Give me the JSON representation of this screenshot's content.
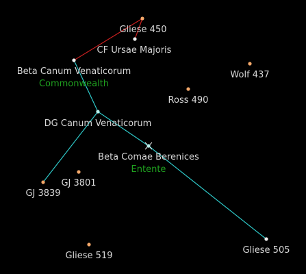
{
  "map": {
    "background": "#000000",
    "colors": {
      "star_label": "#d8d8d8",
      "star_orange": "#f4a86a",
      "star_white": "#f0f0f0",
      "star_cyan": "#b8f0ec",
      "lane_cyan": "#2ec8c8",
      "lane_red": "#cc2020",
      "faction_green": "#1fa01f",
      "selection_marker": "#ffffff"
    },
    "stars": [
      {
        "id": "gliese-450",
        "name": "Gliese 450",
        "color": "star_orange"
      },
      {
        "id": "cf-ursae-majoris",
        "name": "CF Ursae Majoris",
        "color": "star_white"
      },
      {
        "id": "beta-canum-venaticorum",
        "name": "Beta Canum Venaticorum",
        "color": "star_white",
        "faction": "Commonwealth"
      },
      {
        "id": "wolf-437",
        "name": "Wolf 437",
        "color": "star_orange"
      },
      {
        "id": "ross-490",
        "name": "Ross 490",
        "color": "star_orange"
      },
      {
        "id": "dg-canum-venaticorum",
        "name": "DG Canum Venaticorum",
        "color": "star_cyan"
      },
      {
        "id": "beta-comae-berenices",
        "name": "Beta Comae Berenices",
        "color": "star_cyan",
        "faction": "Entente",
        "selected": true
      },
      {
        "id": "gj-3801",
        "name": "GJ 3801",
        "color": "star_orange"
      },
      {
        "id": "gj-3839",
        "name": "GJ 3839",
        "color": "star_orange"
      },
      {
        "id": "gliese-519",
        "name": "Gliese 519",
        "color": "star_orange"
      },
      {
        "id": "gliese-505",
        "name": "Gliese 505",
        "color": "star_white"
      }
    ],
    "lanes": [
      {
        "from": "gliese-450",
        "to": "cf-ursae-majoris",
        "color": "lane_red"
      },
      {
        "from": "gliese-450",
        "to": "beta-canum-venaticorum",
        "color": "lane_red"
      },
      {
        "from": "beta-canum-venaticorum",
        "to": "dg-canum-venaticorum",
        "color": "lane_cyan"
      },
      {
        "from": "dg-canum-venaticorum",
        "to": "gj-3839",
        "color": "lane_cyan"
      },
      {
        "from": "dg-canum-venaticorum",
        "to": "beta-comae-berenices",
        "color": "lane_cyan"
      },
      {
        "from": "beta-comae-berenices",
        "to": "gliese-505",
        "color": "lane_cyan"
      }
    ]
  }
}
